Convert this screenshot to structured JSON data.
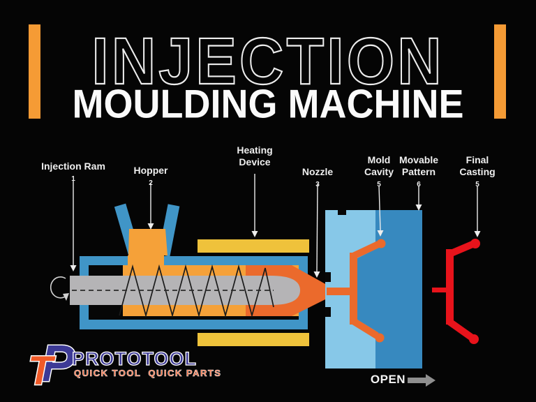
{
  "title": {
    "line1": "INJECTION",
    "line2": "MOULDING MACHINE"
  },
  "labels": {
    "injection_ram": {
      "text": "Injection Ram",
      "number": "1"
    },
    "hopper": {
      "text": "Hopper",
      "number": "2"
    },
    "heating_device": {
      "line1": "Heating",
      "line2": "Device"
    },
    "nozzle": {
      "text": "Nozzle",
      "number": "3"
    },
    "mold_cavity": {
      "line1": "Mold",
      "line2": "Cavity",
      "number": "5"
    },
    "movable_pattern": {
      "line1": "Movable",
      "line2": "Pattern",
      "number": "6"
    },
    "final_casting": {
      "line1": "Final",
      "line2": "Casting",
      "number": "5"
    }
  },
  "footer": {
    "open_label": "OPEN"
  },
  "logo": {
    "monogram_t": "T",
    "monogram_p": "P",
    "name": "PROTOTOOL",
    "tagline": "QUICK TOOL  QUICK PARTS"
  },
  "icons": {
    "pointer_arrows": "down-arrow",
    "rotation": "rotation-arrow",
    "open_direction": "right-arrow"
  },
  "colors": {
    "background": "#050505",
    "accent_orange": "#F59B35",
    "barrel_blue": "#4095C7",
    "mold_light_blue": "#87C8E8",
    "mold_dark_blue": "#3789BF",
    "melt_orange": "#F5A139",
    "nozzle_orange": "#EB6A2C",
    "heater_yellow": "#EFC23B",
    "casting_red": "#E8131B",
    "screw_gray": "#B5B4B6",
    "leader_white": "#EDEDED",
    "open_arrow_gray": "#8F8F8F",
    "logo_purple": "#3D3A96",
    "logo_orange": "#F05A28"
  }
}
